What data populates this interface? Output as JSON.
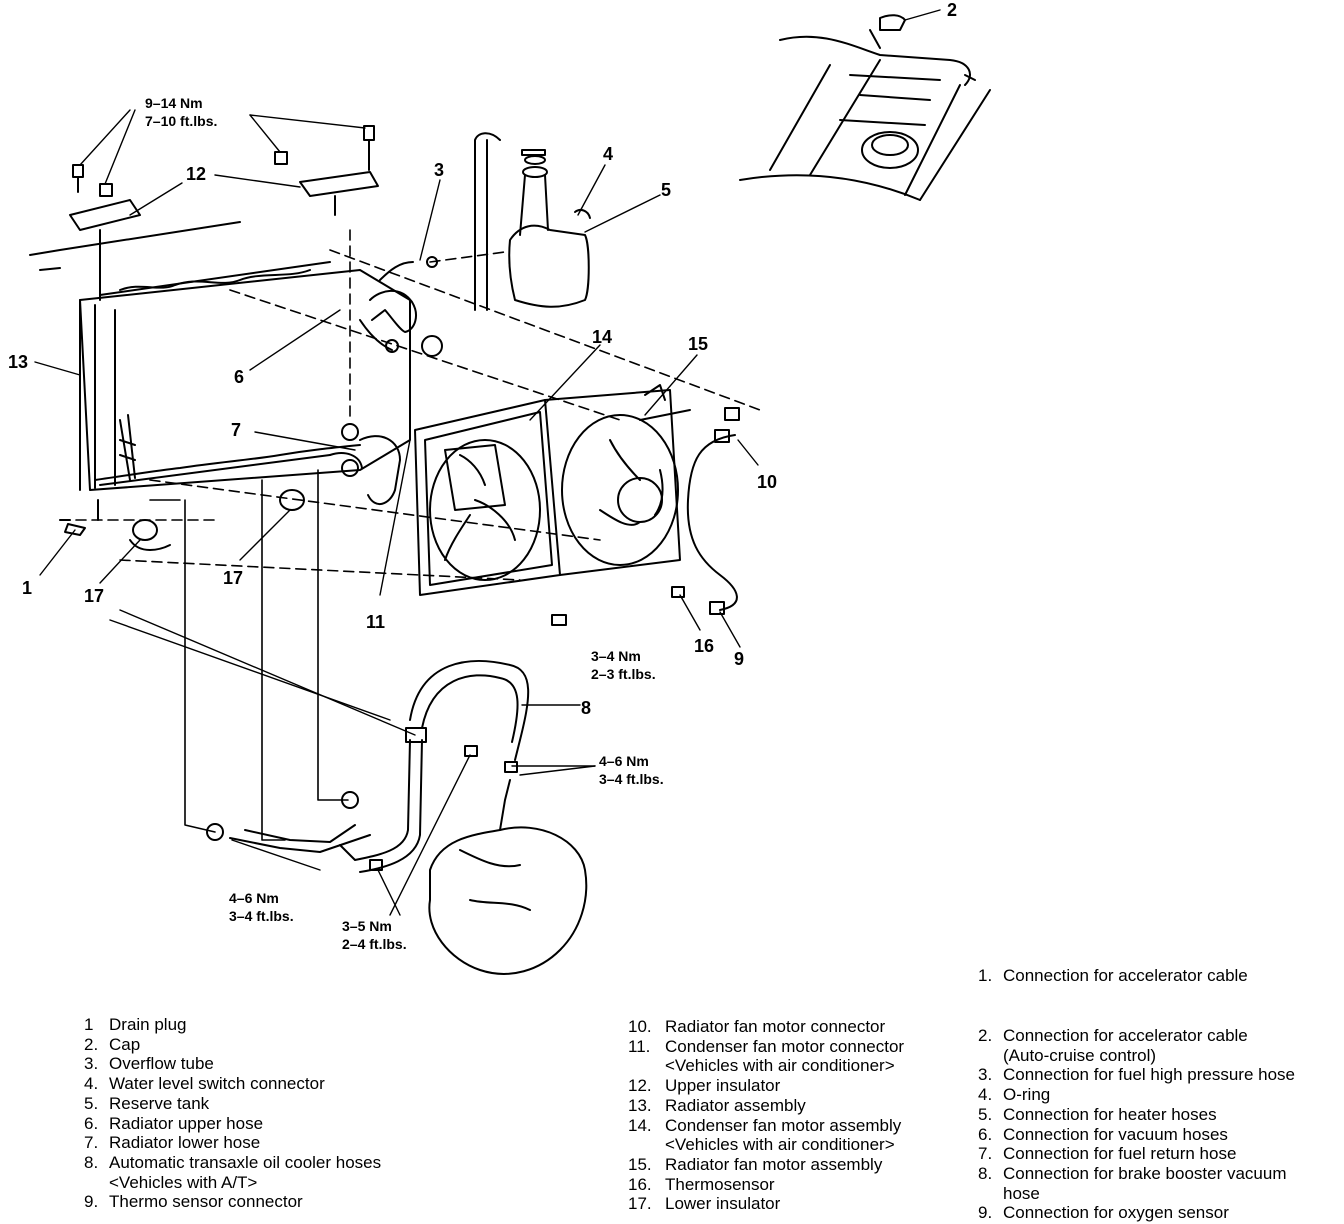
{
  "callouts": {
    "c1": "1",
    "c2": "2",
    "c3": "3",
    "c4": "4",
    "c5": "5",
    "c6": "6",
    "c7": "7",
    "c8": "8",
    "c9": "9",
    "c10": "10",
    "c11": "11",
    "c12": "12",
    "c13": "13",
    "c14": "14",
    "c15": "15",
    "c16": "16",
    "c17a": "17",
    "c17b": "17"
  },
  "torques": {
    "t1": [
      "9–14 Nm",
      "7–10 ft.lbs."
    ],
    "t2": [
      "3–4 Nm",
      "2–3 ft.lbs."
    ],
    "t3": [
      "4–6 Nm",
      "3–4 ft.lbs."
    ],
    "t4": [
      "4–6 Nm",
      "3–4 ft.lbs."
    ],
    "t5": [
      "3–5 Nm",
      "2–4 ft.lbs."
    ]
  },
  "legend_left": [
    {
      "num": "1",
      "text": "Drain plug"
    },
    {
      "num": "2.",
      "text": "Cap"
    },
    {
      "num": "3.",
      "text": "Overflow tube"
    },
    {
      "num": "4.",
      "text": "Water level switch connector"
    },
    {
      "num": "5.",
      "text": "Reserve tank"
    },
    {
      "num": "6.",
      "text": "Radiator upper hose"
    },
    {
      "num": "7.",
      "text": "Radiator lower hose"
    },
    {
      "num": "8.",
      "text": "Automatic transaxle oil cooler hoses",
      "sub": "<Vehicles with A/T>"
    },
    {
      "num": "9.",
      "text": "Thermo sensor connector"
    }
  ],
  "legend_middle": [
    {
      "num": "10.",
      "text": "Radiator fan motor connector"
    },
    {
      "num": "11.",
      "text": "Condenser fan motor connector",
      "sub": "<Vehicles with air conditioner>"
    },
    {
      "num": "12.",
      "text": "Upper insulator"
    },
    {
      "num": "13.",
      "text": "Radiator assembly"
    },
    {
      "num": "14.",
      "text": "Condenser fan motor assembly",
      "sub": "<Vehicles with air conditioner>"
    },
    {
      "num": "15.",
      "text": "Radiator fan motor assembly"
    },
    {
      "num": "16.",
      "text": "Thermosensor"
    },
    {
      "num": "17.",
      "text": "Lower insulator"
    }
  ],
  "legend_right_first": {
    "num": "1.",
    "text": "Connection for accelerator cable"
  },
  "legend_right": [
    {
      "num": "2.",
      "text": "Connection for accelerator cable",
      "sub": "(Auto-cruise control)"
    },
    {
      "num": "3.",
      "text": "Connection for fuel high pressure hose"
    },
    {
      "num": "4.",
      "text": "O-ring"
    },
    {
      "num": "5.",
      "text": "Connection for heater hoses"
    },
    {
      "num": "6.",
      "text": "Connection for vacuum hoses"
    },
    {
      "num": "7.",
      "text": "Connection for fuel return hose"
    },
    {
      "num": "8.",
      "text": "Connection for brake booster vacuum",
      "sub": "hose"
    },
    {
      "num": "9.",
      "text": "Connection for oxygen sensor"
    }
  ]
}
